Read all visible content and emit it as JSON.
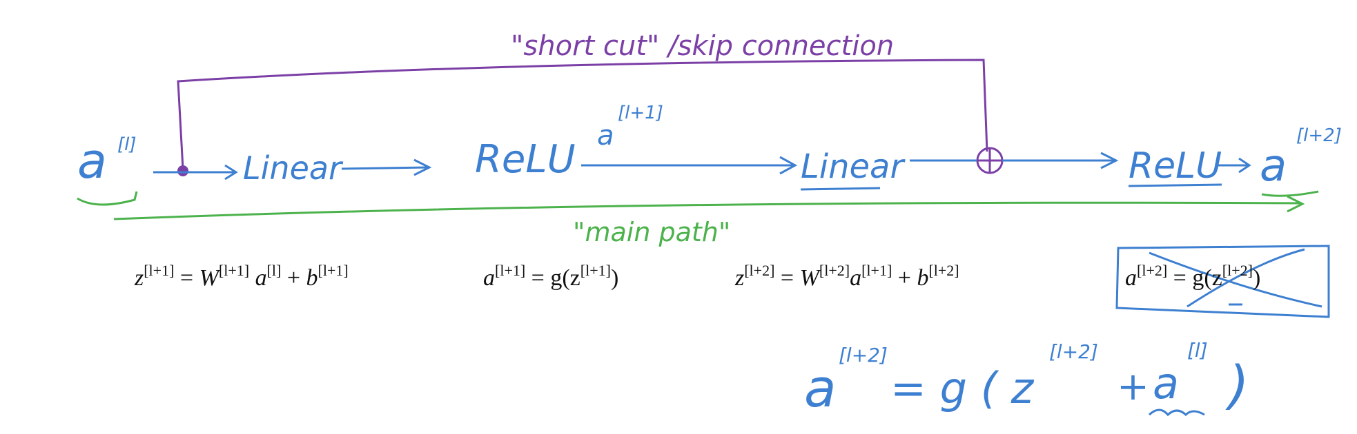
{
  "labels": {
    "shortcut": "\"short cut\" /skip connection",
    "main_path": "\"main path\"",
    "a_l": "a",
    "a_l_sup": "[l]",
    "linear1": "Linear",
    "relu1": "ReLU",
    "a_l1_mid": "a",
    "a_l1_mid_sup": "[l+1]",
    "linear2": "Linear",
    "relu2": "ReLU",
    "a_l2": "a",
    "a_l2_sup": "[l+2]"
  },
  "equations": {
    "eq1": {
      "lhs": "z",
      "lhs_sup": "[l+1]",
      "eq": " = ",
      "w": "W",
      "w_sup": "[l+1]",
      "a": " a",
      "a_sup": "[l]",
      "plus": " + ",
      "b": "b",
      "b_sup": "[l+1]"
    },
    "eq2": {
      "lhs": "a",
      "lhs_sup": "[l+1]",
      "rest": " = g(z",
      "z_sup": "[l+1]",
      "close": ")"
    },
    "eq3": {
      "lhs": "z",
      "lhs_sup": "[l+2]",
      "eq": " =  ",
      "w": "W",
      "w_sup": "[l+2]",
      "a": "a",
      "a_sup": "[l+1]",
      "plus": " + ",
      "b": "b",
      "b_sup": "[l+2]"
    },
    "eq4": {
      "lhs": "a",
      "lhs_sup": "[l+2]",
      "rest": " = g(z",
      "z_sup": "[l+2]",
      "close": ")"
    }
  },
  "handwritten_eq": {
    "lhs": "a",
    "lhs_sup": "[l+2]",
    "rhs": "= g ( z",
    "z_sup": "[l+2]",
    "plus": "+",
    "a": "a",
    "a_sup": "[l]",
    "close": ")"
  },
  "colors": {
    "blue": "#3d7fd0",
    "purple": "#7b3fa6",
    "green": "#4cb24c",
    "black": "#111111"
  }
}
